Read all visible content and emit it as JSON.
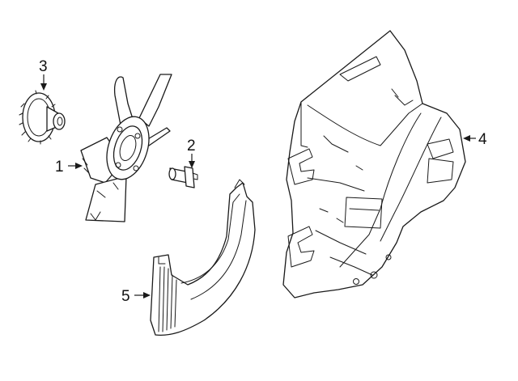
{
  "diagram": {
    "callouts": [
      {
        "id": "1",
        "label": "1"
      },
      {
        "id": "2",
        "label": "2"
      },
      {
        "id": "3",
        "label": "3"
      },
      {
        "id": "4",
        "label": "4"
      },
      {
        "id": "5",
        "label": "5"
      }
    ],
    "parts": [
      {
        "callout": "1",
        "icon": "fan-blade-assembly"
      },
      {
        "callout": "2",
        "icon": "fan-clutch-bolt"
      },
      {
        "callout": "3",
        "icon": "fan-clutch"
      },
      {
        "callout": "4",
        "icon": "fan-shroud-upper"
      },
      {
        "callout": "5",
        "icon": "fan-shroud-lower"
      }
    ],
    "colors": {
      "line": "#1a1a1a",
      "background": "#ffffff"
    }
  }
}
